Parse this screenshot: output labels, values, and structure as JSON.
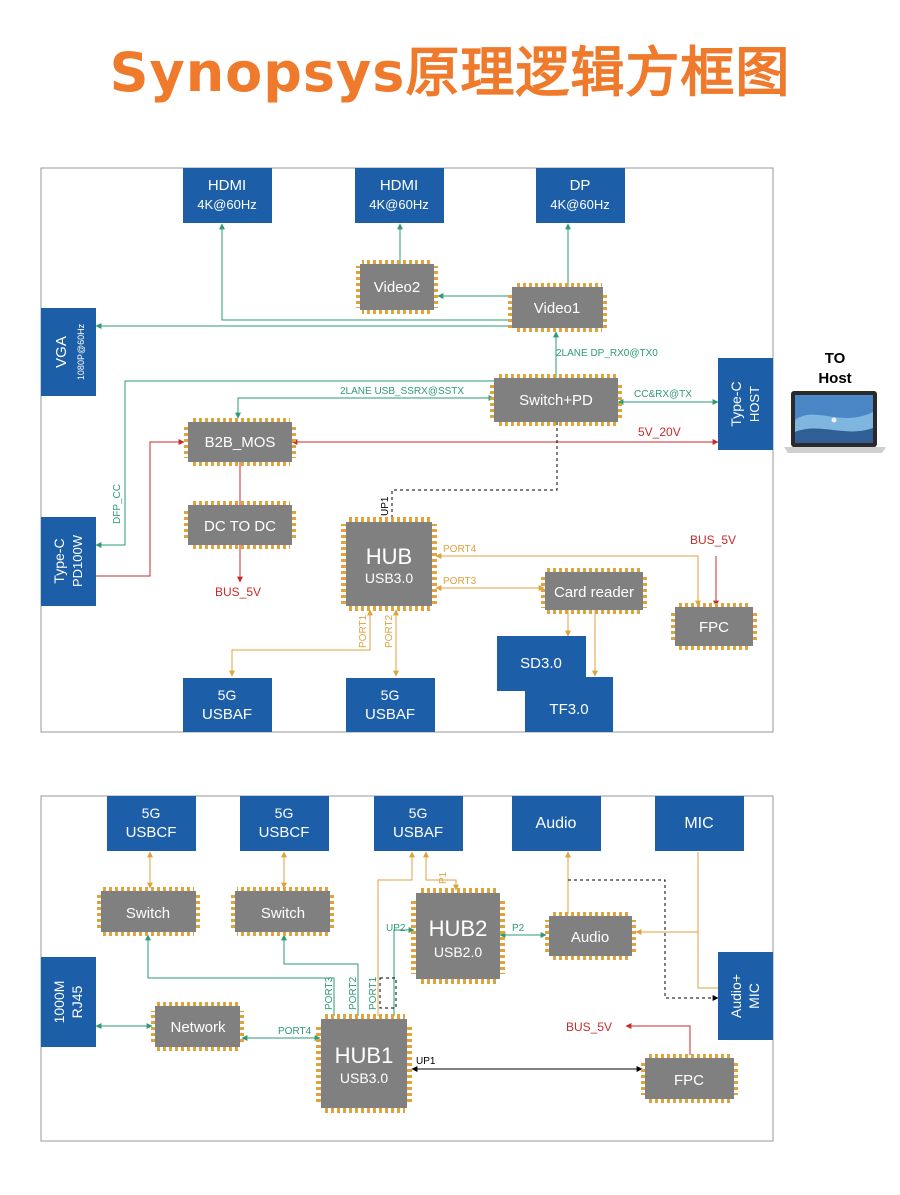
{
  "title": "Synopsys原理逻辑方框图",
  "colors": {
    "accent": "#ef7a2c",
    "blue_box": "#1c5ea8",
    "chip": "#808080",
    "pin": "#e0a23c",
    "green": "#2e9a76",
    "orange": "#e0a23c",
    "red": "#c92a2a",
    "black": "#000000"
  },
  "diagram1": {
    "hdmi1": {
      "l1": "HDMI",
      "l2": "4K@60Hz"
    },
    "hdmi2": {
      "l1": "HDMI",
      "l2": "4K@60Hz"
    },
    "dp": {
      "l1": "DP",
      "l2": "4K@60Hz"
    },
    "vga": {
      "l1": "VGA",
      "l2": "1080P@60Hz"
    },
    "typec_host": {
      "l1": "Type-C",
      "l2": "HOST"
    },
    "typec_pd": {
      "l1": "Type-C",
      "l2": "PD100W"
    },
    "to_host": {
      "l1": "TO",
      "l2": "Host"
    },
    "video1": "Video1",
    "video2": "Video2",
    "switch_pd": "Switch+PD",
    "b2b_mos": "B2B_MOS",
    "dc_to_dc": "DC TO DC",
    "hub": {
      "l1": "HUB",
      "l2": "USB3.0"
    },
    "card_reader": "Card reader",
    "fpc": "FPC",
    "sd30": "SD3.0",
    "tf30": "TF3.0",
    "usbaf1": {
      "l1": "5G",
      "l2": "USBAF"
    },
    "usbaf2": {
      "l1": "5G",
      "l2": "USBAF"
    },
    "labels": {
      "dp_rx": "2LANE DP_RX0@TX0",
      "usb_ssrx": "2LANE USB_SSRX@SSTX",
      "cc_rx": "CC&RX@TX",
      "v5_20": "5V_20V",
      "dfp_cc": "DFP_CC",
      "up1": "UP1",
      "bus5v_a": "BUS_5V",
      "bus5v_b": "BUS_5V",
      "port1": "PORT1",
      "port2": "PORT2",
      "port3": "PORT3",
      "port4": "PORT4"
    }
  },
  "diagram2": {
    "usbcf1": {
      "l1": "5G",
      "l2": "USBCF"
    },
    "usbcf2": {
      "l1": "5G",
      "l2": "USBCF"
    },
    "usbaf": {
      "l1": "5G",
      "l2": "USBAF"
    },
    "audio_box": "Audio",
    "mic_box": "MIC",
    "switch1": "Switch",
    "switch2": "Switch",
    "hub2": {
      "l1": "HUB2",
      "l2": "USB2.0"
    },
    "audio_chip": "Audio",
    "rj45": {
      "l1": "1000M",
      "l2": "RJ45"
    },
    "network": "Network",
    "hub1": {
      "l1": "HUB1",
      "l2": "USB3.0"
    },
    "fpc": "FPC",
    "audio_mic": {
      "l1": "Audio+",
      "l2": "MIC"
    },
    "labels": {
      "p1": "P1",
      "up2": "UP2",
      "p2": "P2",
      "port1": "PORT1",
      "port2": "PORT2",
      "port3": "PORT3",
      "port4": "PORT4",
      "up1": "UP1",
      "bus5v": "BUS_5V"
    }
  }
}
